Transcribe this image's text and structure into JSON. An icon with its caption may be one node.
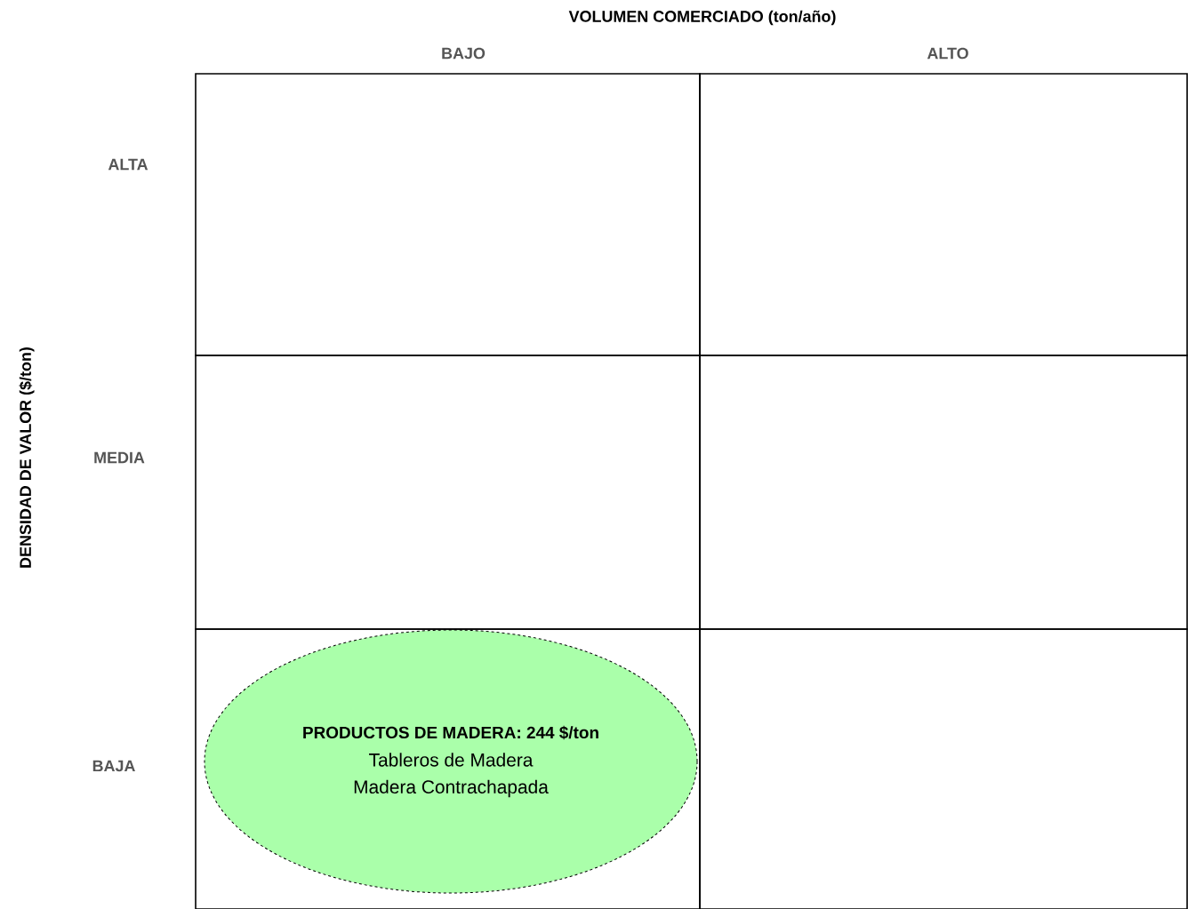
{
  "diagram": {
    "nodes": [
      {
        "text": [],
        "shape": "box"
      },
      {
        "text": [],
        "shape": "box"
      },
      {
        "text": [],
        "shape": "box"
      },
      {
        "text": [],
        "shape": "box"
      },
      {
        "text": [],
        "shape": "box"
      },
      {
        "text": [
          "PRODUCTOS DE MADERA: 244 $/ton",
          "Tableros de Madera",
          "Madera Contrachapada"
        ],
        "in": 4
      },
      {
        "text": [],
        "shape": "box"
      }
    ],
    "labels": [
      "VOLUMEN COMERCIADO (ton/año)",
      "BAJO",
      "ALTO",
      "ALTA",
      "DENSIDAD DE VALOR  ($/ton)",
      "MEDIA",
      "BAJA"
    ]
  }
}
